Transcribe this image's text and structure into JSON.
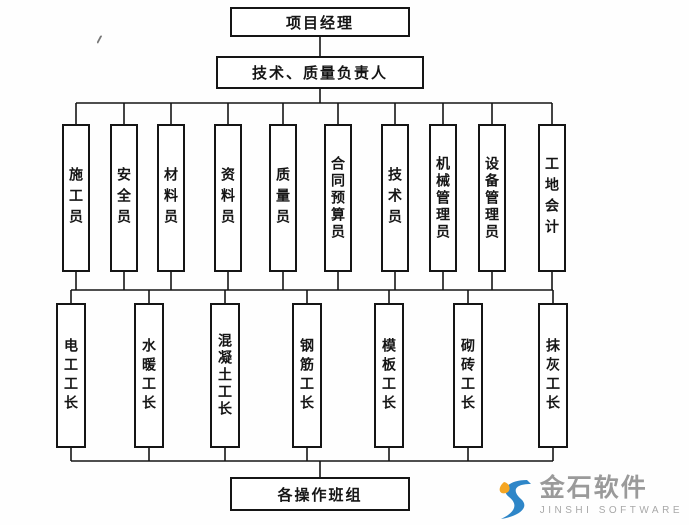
{
  "org": {
    "level1": {
      "label": "项目经理"
    },
    "level2": {
      "label": "技术、质量负责人"
    },
    "level3": [
      {
        "label": "施工员"
      },
      {
        "label": "安全员"
      },
      {
        "label": "材料员"
      },
      {
        "label": "资料员"
      },
      {
        "label": "质量员"
      },
      {
        "label": "合同预算员"
      },
      {
        "label": "技术员"
      },
      {
        "label": "机械管理员"
      },
      {
        "label": "设备管理员"
      },
      {
        "label": "工地会计"
      }
    ],
    "level4": [
      {
        "label": "电工工长"
      },
      {
        "label": "水暖工长"
      },
      {
        "label": "混凝土工长"
      },
      {
        "label": "钢筋工长"
      },
      {
        "label": "模板工长"
      },
      {
        "label": "砌砖工长"
      },
      {
        "label": "抹灰工长"
      }
    ],
    "level5": {
      "label": "各操作班组"
    }
  },
  "watermark": {
    "brand": "金石软件",
    "subtitle": "JINSHI SOFTWARE",
    "brand_color": "#9a9a9a",
    "icon_blue": "#2e86c8",
    "icon_orange": "#f5a623"
  }
}
